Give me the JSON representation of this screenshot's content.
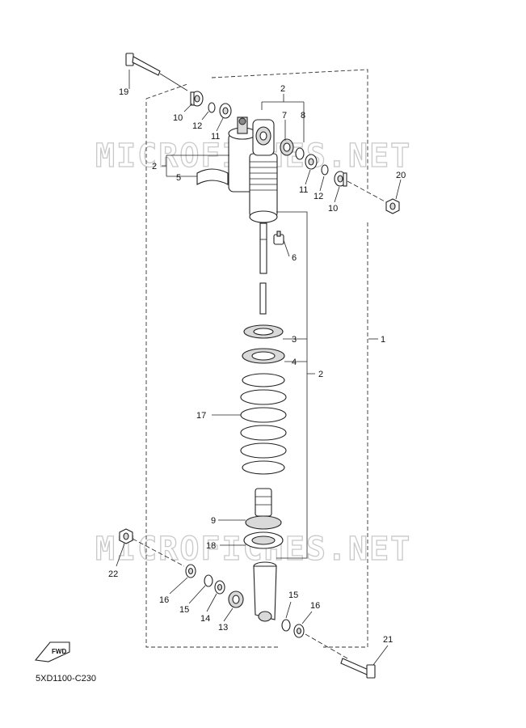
{
  "watermark": "MICROFICHES.NET",
  "diagram_code": "5XD1100-C230",
  "fwd_label": "FWD",
  "callouts": {
    "c1": "1",
    "c2a": "2",
    "c2b": "2",
    "c2c": "2",
    "c3": "3",
    "c4": "4",
    "c5": "5",
    "c6": "6",
    "c7": "7",
    "c8": "8",
    "c9": "9",
    "c10a": "10",
    "c10b": "10",
    "c11a": "11",
    "c11b": "11",
    "c12a": "12",
    "c12b": "12",
    "c13": "13",
    "c14": "14",
    "c15a": "15",
    "c15b": "15",
    "c16a": "16",
    "c16b": "16",
    "c17": "17",
    "c18": "18",
    "c19": "19",
    "c20": "20",
    "c21": "21",
    "c22": "22"
  }
}
